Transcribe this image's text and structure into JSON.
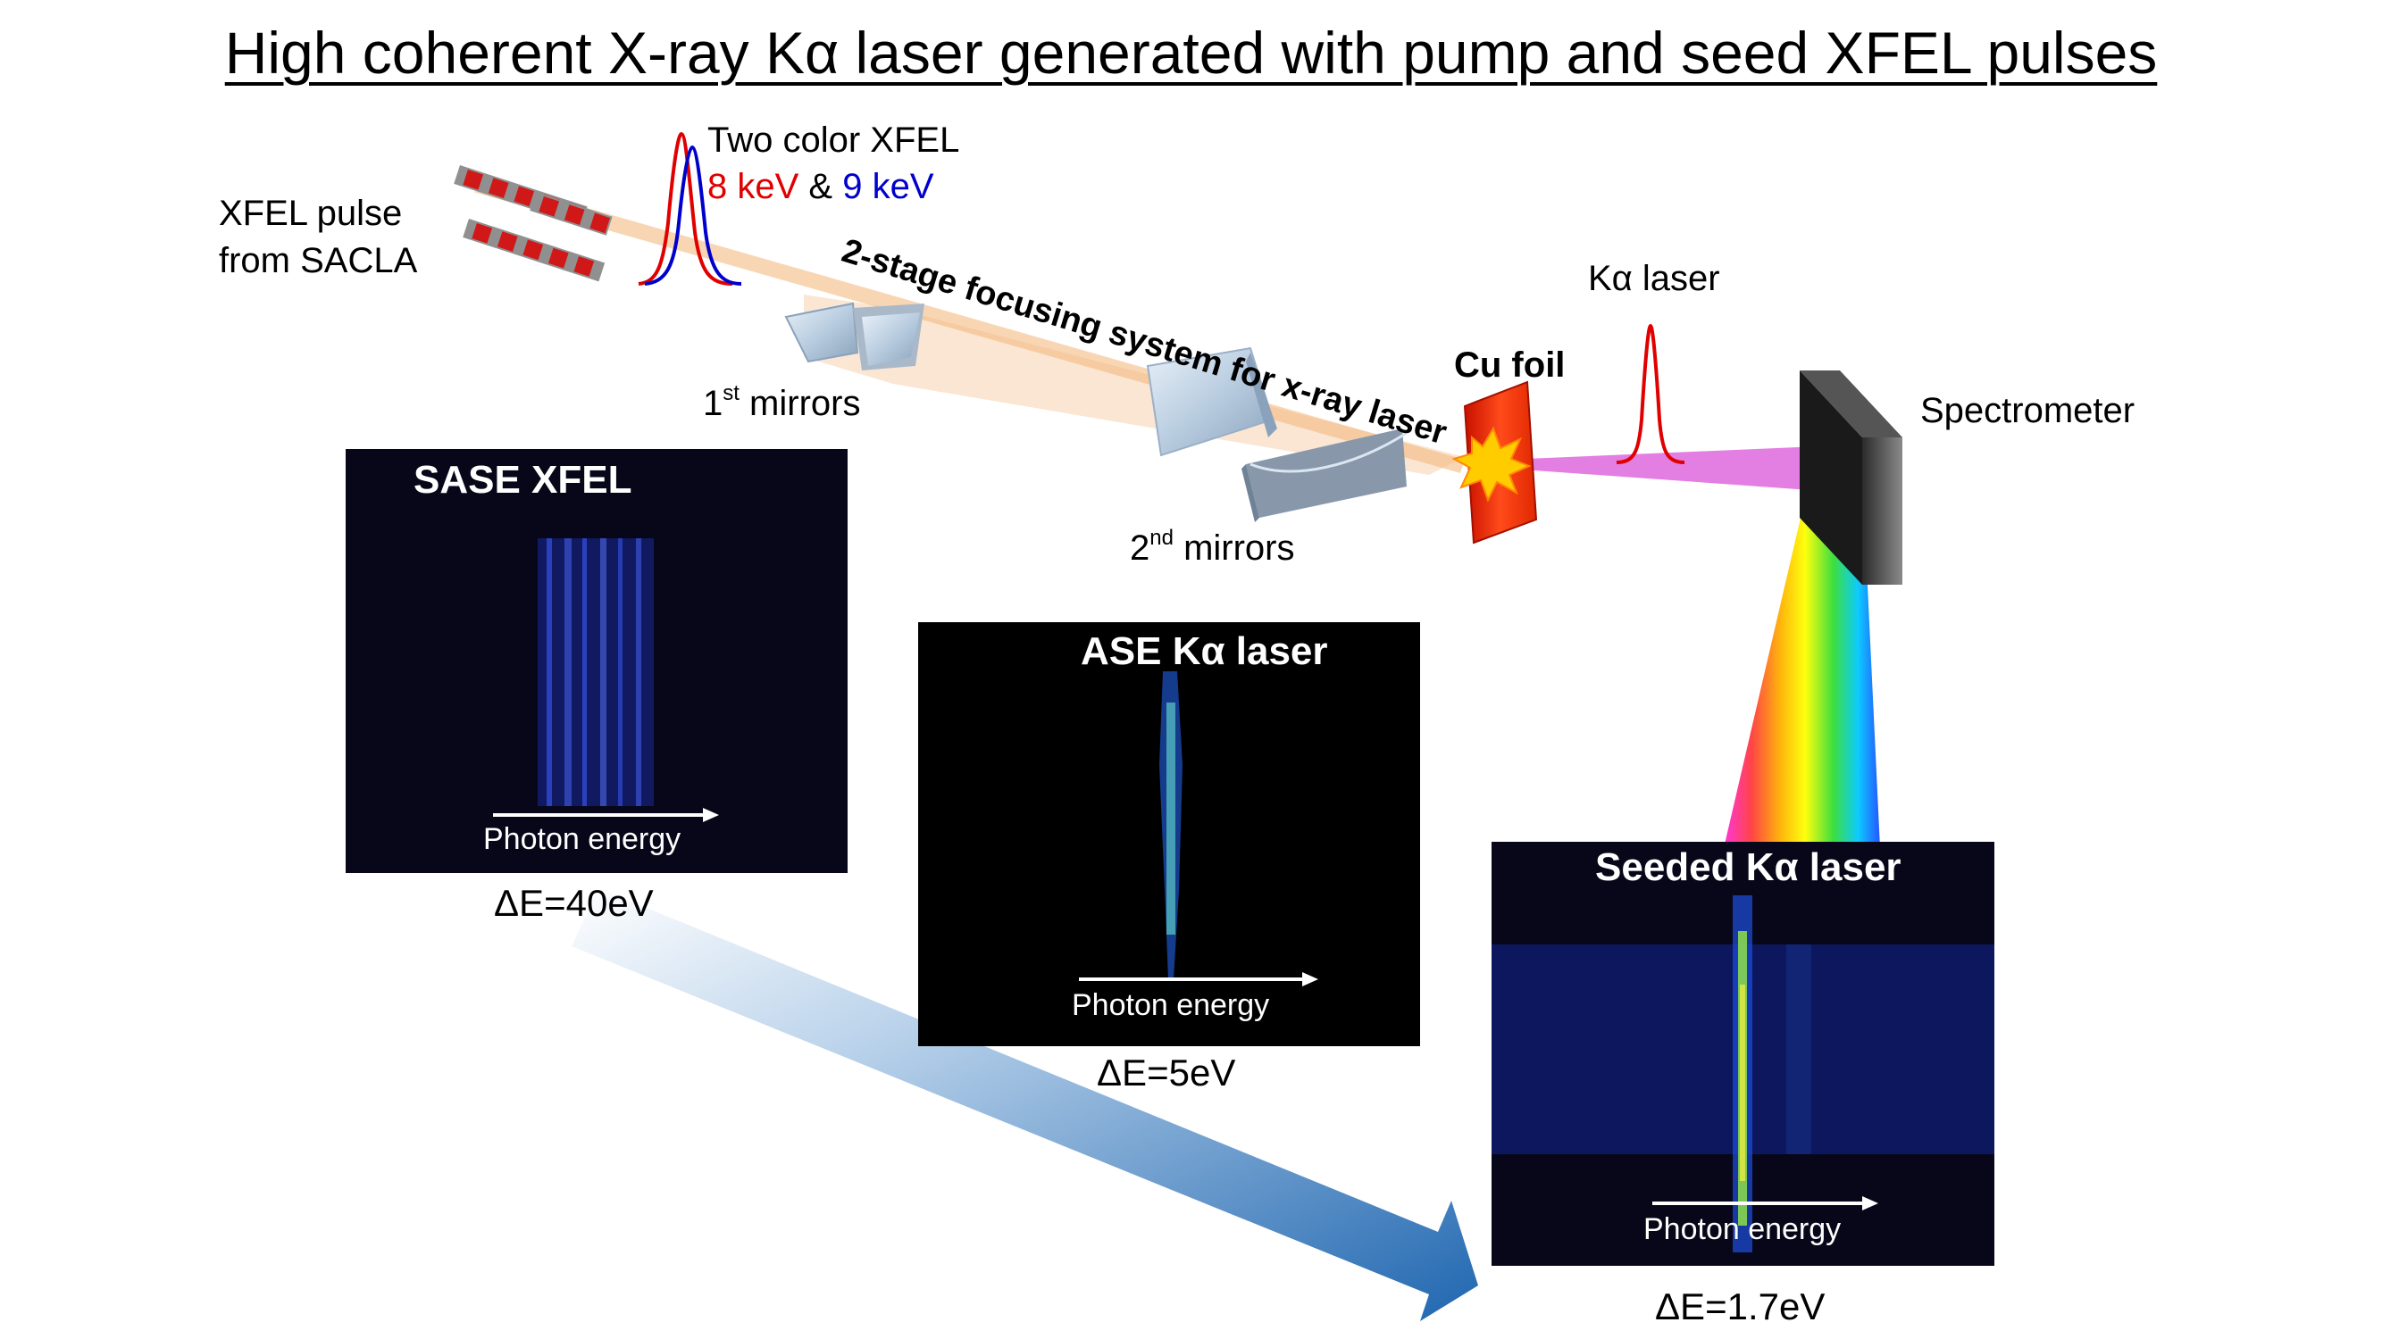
{
  "title": "High coherent X-ray Kα laser generated with pump and seed XFEL pulses",
  "labels": {
    "xfel_pulse_line1": "XFEL pulse",
    "xfel_pulse_line2": "from SACLA",
    "two_color": "Two color XFEL",
    "kev8": "8 keV",
    "amp": "&",
    "kev9": "9 keV",
    "focusing": "2-stage focusing system for x-ray laser",
    "mirrors1_prefix": "1",
    "mirrors1_sup": "st",
    "mirrors1_suffix": " mirrors",
    "mirrors2_prefix": "2",
    "mirrors2_sup": "nd",
    "mirrors2_suffix": " mirrors",
    "cu_foil": "Cu foil",
    "ka_laser": "Kα laser",
    "spectrometer": "Spectrometer"
  },
  "panels": {
    "sase": {
      "title": "SASE XFEL",
      "axis": "Photon energy",
      "delta": "ΔE=40eV"
    },
    "ase": {
      "title": "ASE Kα  laser",
      "axis": "Photon energy",
      "delta": "ΔE=5eV"
    },
    "seeded": {
      "title": "Seeded Kα laser",
      "axis": "Photon energy",
      "delta": "ΔE=1.7eV"
    }
  },
  "colors": {
    "pulse_8kev": "#e00000",
    "pulse_9kev": "#0000cc",
    "beam": "#f6c89a",
    "ka_beam": "#e070e0",
    "foil": "#ff3300",
    "arrow": "#2a6fb3"
  }
}
